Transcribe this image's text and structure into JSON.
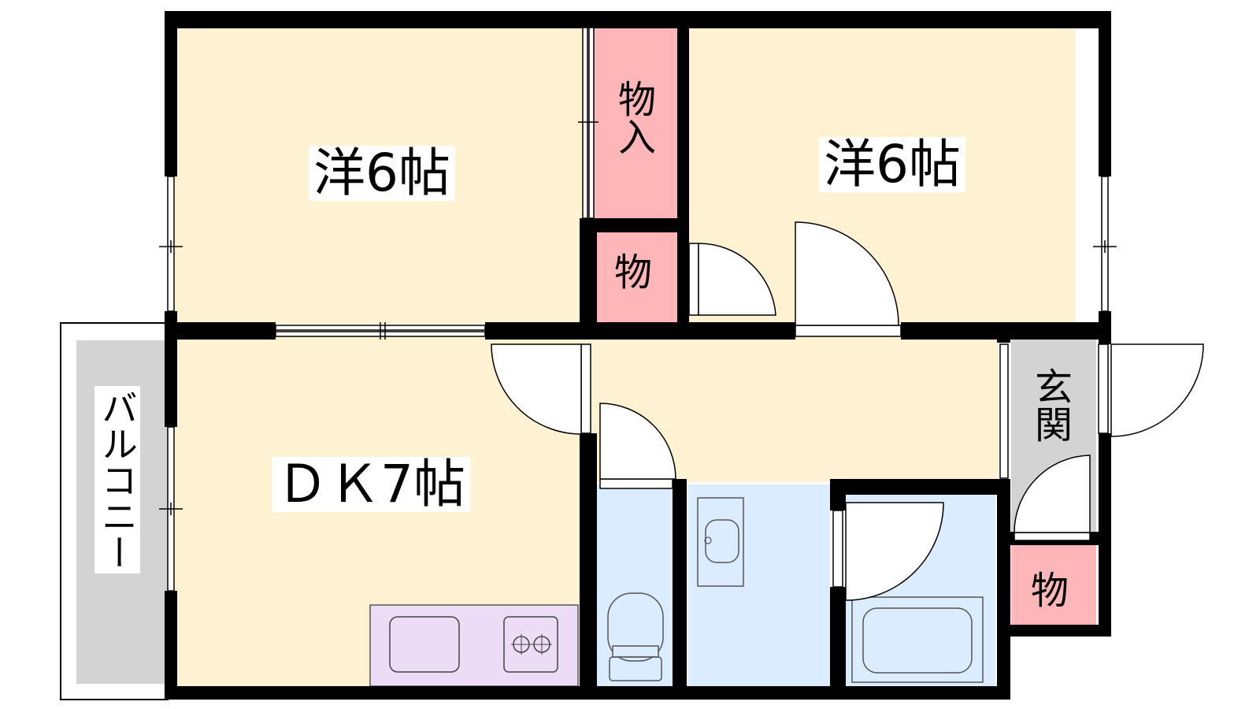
{
  "colors": {
    "wall": "#000000",
    "room_floor": "#fff2d2",
    "storage": "#ffb6b9",
    "wet_area": "#dcecff",
    "kitchen_counter": "#ecdcf6",
    "entrance_floor": "#d3d3d3",
    "balcony_floor": "#d3d3d3"
  },
  "labels": {
    "room_west_bed": "洋6帖",
    "room_east_bed": "洋6帖",
    "closet_large": "物入",
    "closet_small": "物",
    "dining_kitchen": "ＤＫ7帖",
    "entrance": "玄関",
    "entrance_storage": "物",
    "balcony": "バルコニー"
  },
  "icons": [
    "door-swing-icon",
    "sliding-door-icon",
    "window-icon",
    "sink-icon",
    "stove-icon",
    "toilet-icon",
    "washbasin-icon",
    "bathtub-icon"
  ]
}
